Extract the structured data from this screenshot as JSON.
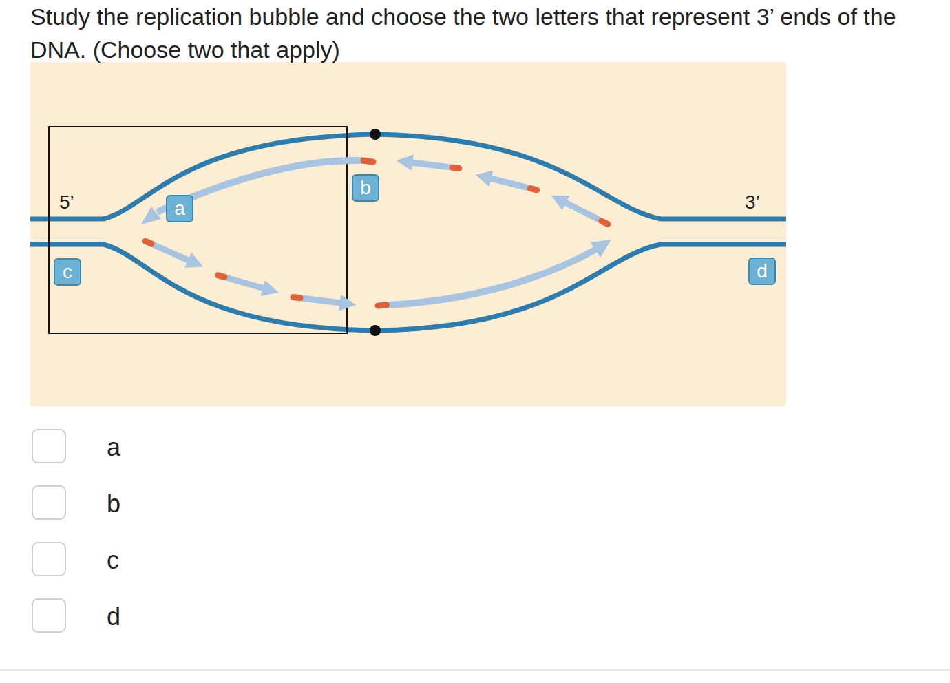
{
  "diagram": {
    "title": "Study the replication bubble and choose the two letters that represent 3’ ends of the DNA. (Choose two that apply)",
    "nodes": [
      {
        "text": [
          "a"
        ]
      },
      {
        "text": [
          "b"
        ]
      },
      {
        "text": [
          "c"
        ]
      },
      {
        "text": [
          "d"
        ]
      }
    ],
    "labels": [
      "5’",
      "3’",
      "a",
      "b",
      "c",
      "d"
    ]
  }
}
